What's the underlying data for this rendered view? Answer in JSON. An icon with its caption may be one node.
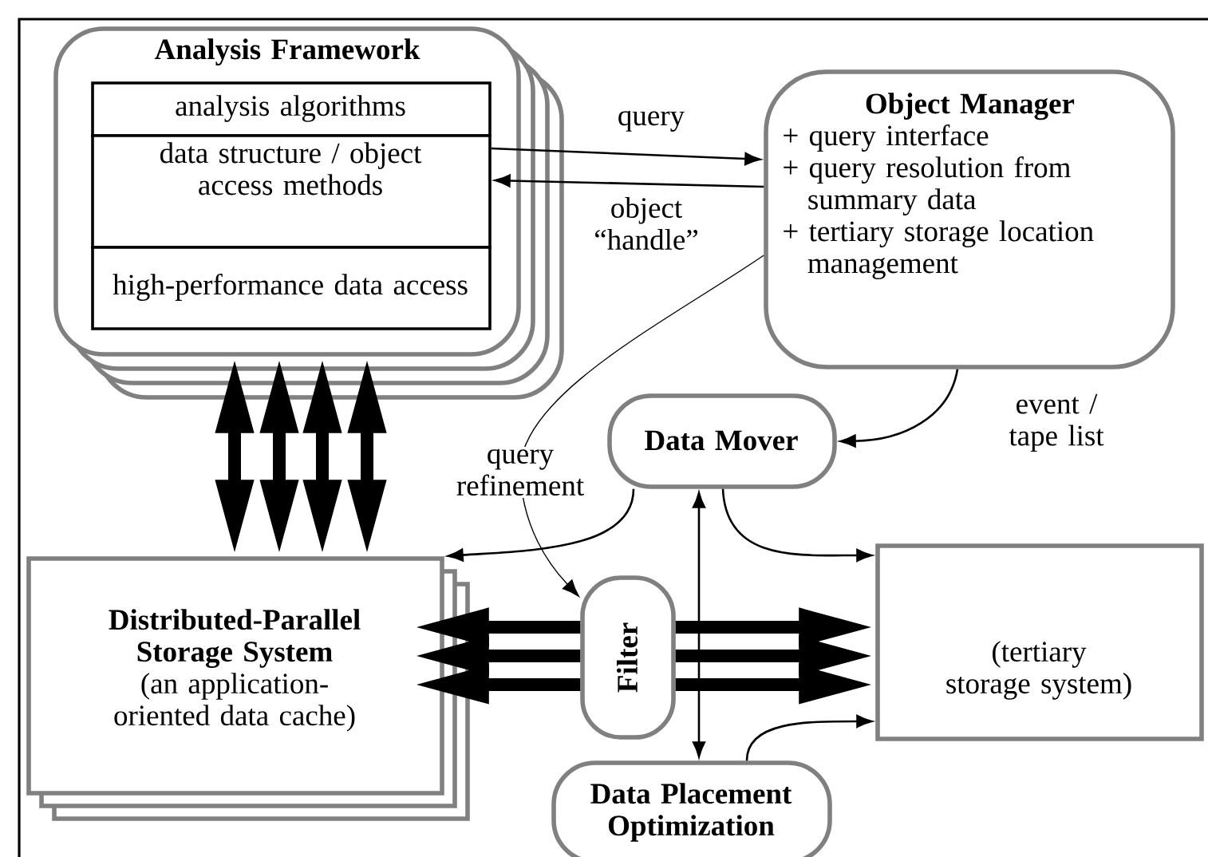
{
  "diagram": {
    "nodes": [
      {
        "text": [
          "Analysis Framework"
        ]
      },
      {
        "text": [
          "analysis algorithms"
        ],
        "in": 0
      },
      {
        "text": [
          "data structure / object access methods"
        ],
        "in": 0
      },
      {
        "text": [
          "high-performance data access"
        ],
        "in": 0
      },
      {
        "text": [
          "Object Manager",
          "+ query interface",
          "+ query resolution from summary data",
          "+ tertiary storage location management"
        ]
      },
      {
        "text": [
          "Data Mover"
        ]
      },
      {
        "text": [
          "Distributed-Parallel Storage System",
          "(an application-oriented data cache)"
        ]
      },
      {
        "text": [
          "Filter"
        ]
      },
      {
        "text": [
          "(tertiary storage system)"
        ]
      },
      {
        "text": [
          "Data Placement Optimization"
        ]
      }
    ],
    "edges": [
      {
        "from": 2,
        "to": 4,
        "arrow": "to",
        "label": "query"
      },
      {
        "from": 4,
        "to": 2,
        "arrow": "to",
        "label": "object “handle”"
      },
      {
        "from": 4,
        "to": 7,
        "arrow": "to",
        "label": "query refinement"
      },
      {
        "from": 4,
        "to": 5,
        "arrow": "to",
        "label": "event / tape list"
      },
      {
        "from": 5,
        "to": 6,
        "arrow": "to"
      },
      {
        "from": 5,
        "to": 8,
        "arrow": "to"
      },
      {
        "from": 5,
        "to": 9,
        "arrow": "both"
      },
      {
        "from": 9,
        "to": 8,
        "arrow": "to"
      },
      {
        "from": 0,
        "to": 6,
        "arrow": "both"
      },
      {
        "from": 0,
        "to": 6,
        "arrow": "both"
      },
      {
        "from": 0,
        "to": 6,
        "arrow": "both"
      },
      {
        "from": 0,
        "to": 6,
        "arrow": "both"
      },
      {
        "from": 7,
        "to": 6,
        "arrow": "to"
      },
      {
        "from": 7,
        "to": 6,
        "arrow": "to"
      },
      {
        "from": 7,
        "to": 6,
        "arrow": "to"
      },
      {
        "from": 7,
        "to": 8,
        "arrow": "to"
      },
      {
        "from": 7,
        "to": 8,
        "arrow": "to"
      },
      {
        "from": 7,
        "to": 8,
        "arrow": "to"
      }
    ]
  }
}
